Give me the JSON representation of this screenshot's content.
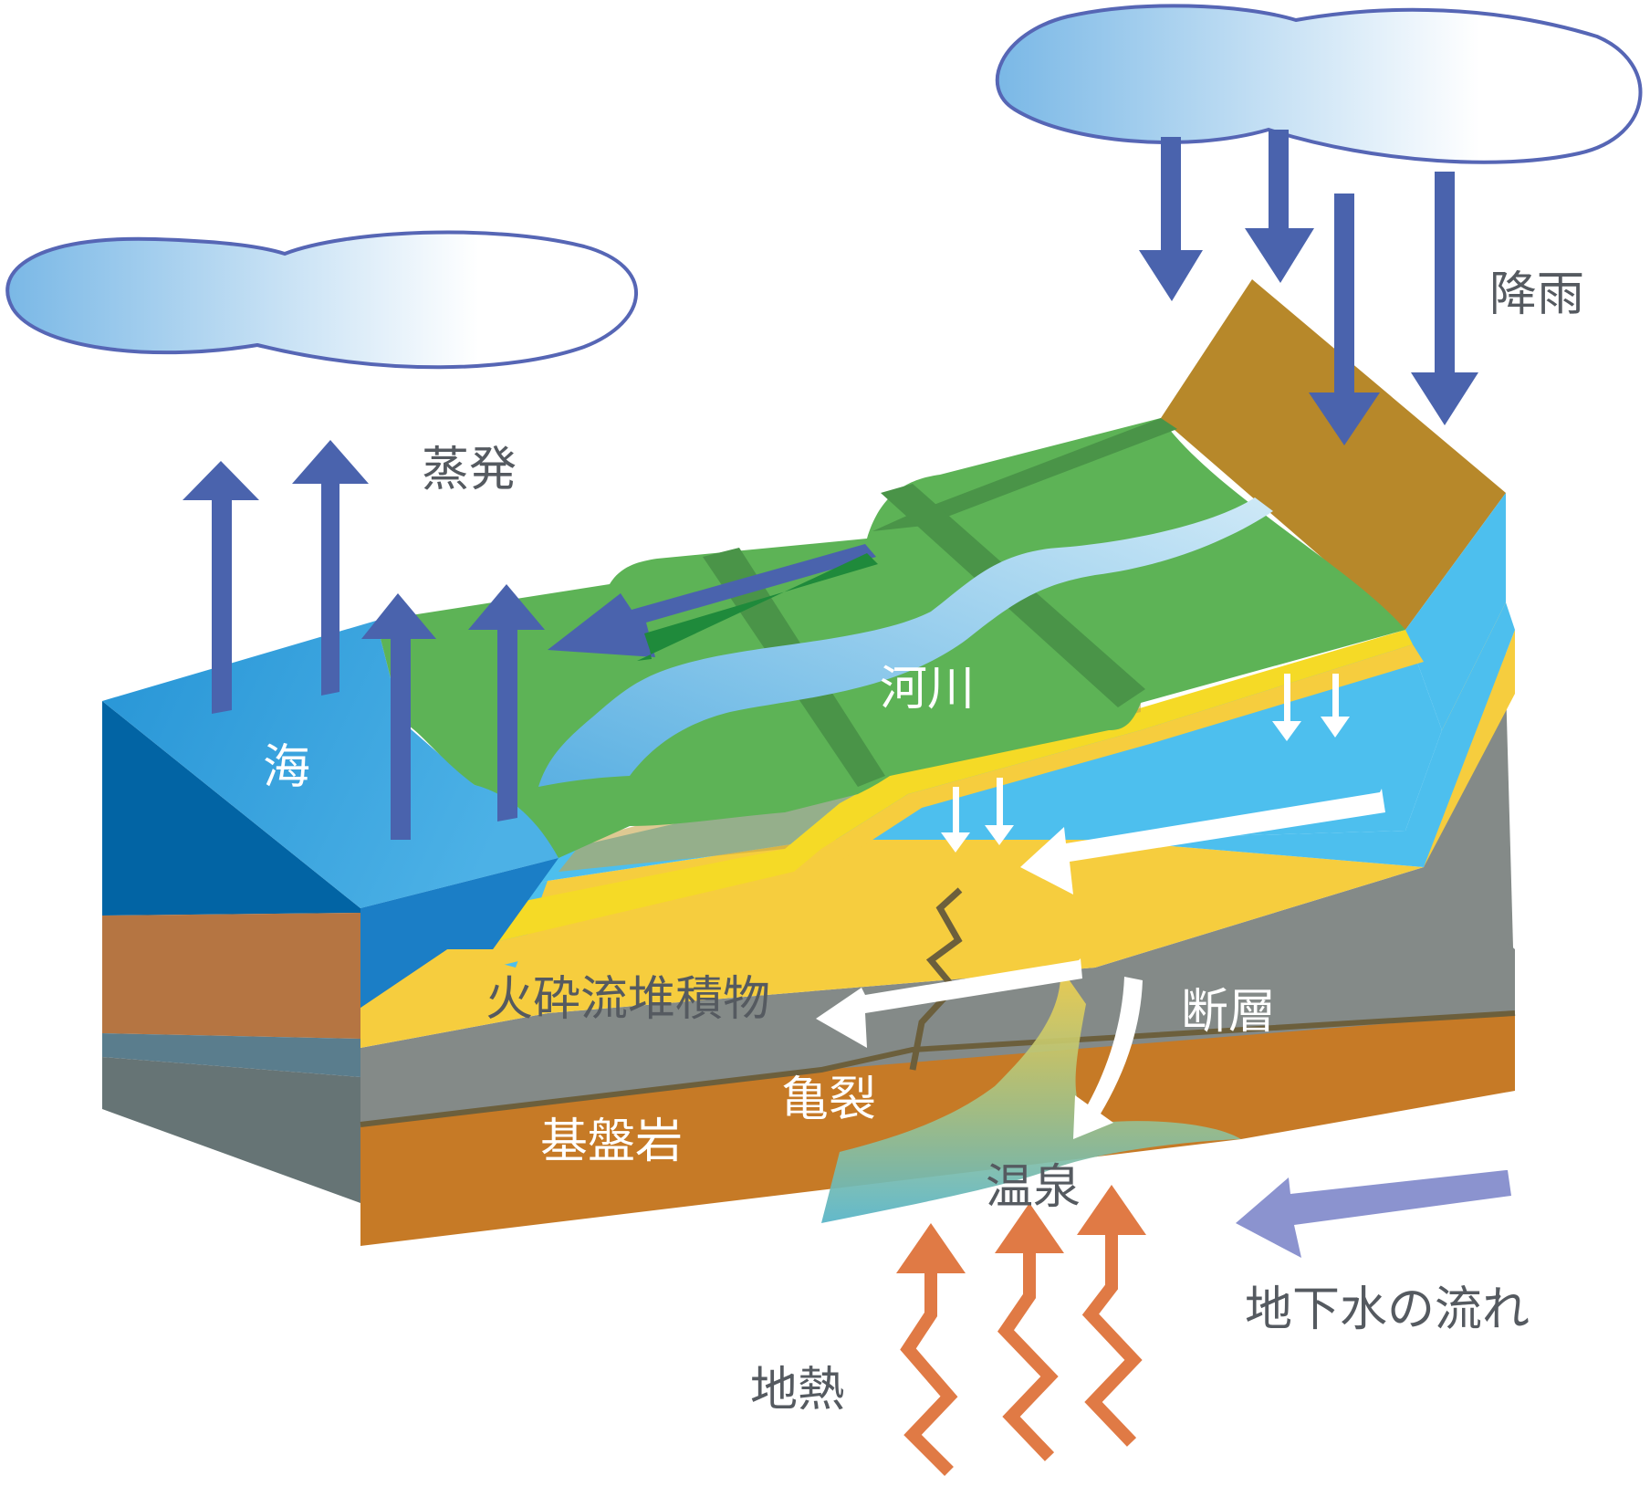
{
  "labels": {
    "evaporation": "蒸発",
    "rainfall": "降雨",
    "sea": "海",
    "river": "河川",
    "pyroclastic": "火砕流堆積物",
    "fault": "断層",
    "crack": "亀裂",
    "bedrock": "基盤岩",
    "hot_spring": "温泉",
    "groundwater_flow": "地下水の流れ",
    "geothermal": "地熱"
  },
  "colors": {
    "arrow_blue": "#4a63ad",
    "arrow_light": "#8b93cf",
    "heat_orange": "#e07a45",
    "grass": "#5db356",
    "grass_dark": "#4a9448",
    "mountain": "#b7882a",
    "sea_front": "#2a8fd0",
    "aquifer": "#4dbfee",
    "sand": "#f6cd3e",
    "bedrock": "#848a88",
    "deep_layer": "#c67a26"
  }
}
